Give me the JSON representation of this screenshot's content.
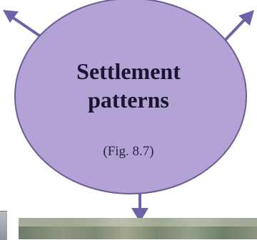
{
  "center_node": {
    "title_line_1": "Settlement",
    "title_line_2": "patterns",
    "subtitle": "(Fig. 8.7)"
  },
  "colors": {
    "bubble_fill": "#b2a2d5",
    "bubble_stroke": "#6b5e95",
    "arrow": "#6e62a9"
  },
  "arrows": [
    "up-left",
    "up-right",
    "down"
  ]
}
